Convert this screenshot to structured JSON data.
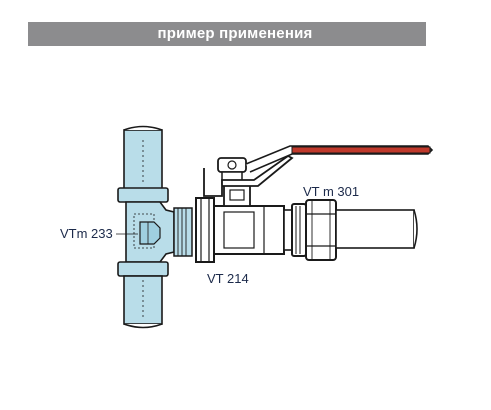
{
  "header": {
    "title": "пример применения"
  },
  "labels": {
    "tee": "VTm 233",
    "valve": "VT 214",
    "fitting": "VT m 301"
  },
  "colors": {
    "banner": "#8c8c8e",
    "pipe_fill": "#b9dde9",
    "outline": "#1a1a1a",
    "handle_red": "#c0392b",
    "label_text": "#1c2a4a"
  }
}
